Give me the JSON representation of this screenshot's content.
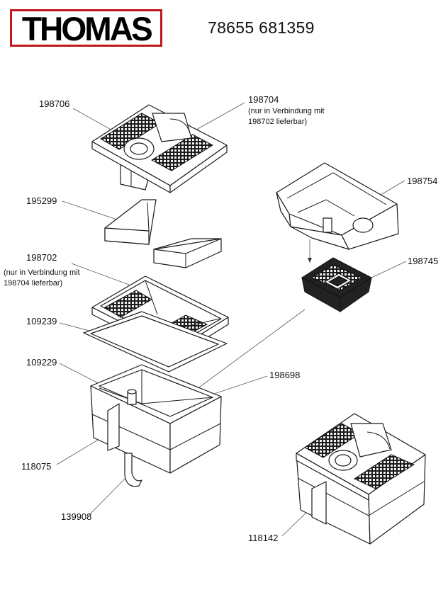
{
  "brand": {
    "logo_text": "THOMAS",
    "color": "#c0171d"
  },
  "document_number": "78655 681359",
  "labels": {
    "p198706": "198706",
    "p198704": "198704",
    "p198704_note_1": "(nur in Verbindung mit",
    "p198704_note_2": "198702 lieferbar)",
    "p195299": "195299",
    "p198754": "198754",
    "p198702": "198702",
    "p198702_note_1": "(nur in Verbindung mit",
    "p198702_note_2": "198704 lieferbar)",
    "p198745": "198745",
    "p109239": "109239",
    "p109229": "109229",
    "p198698": "198698",
    "p118075": "118075",
    "p139908": "139908",
    "p118142": "118142"
  }
}
